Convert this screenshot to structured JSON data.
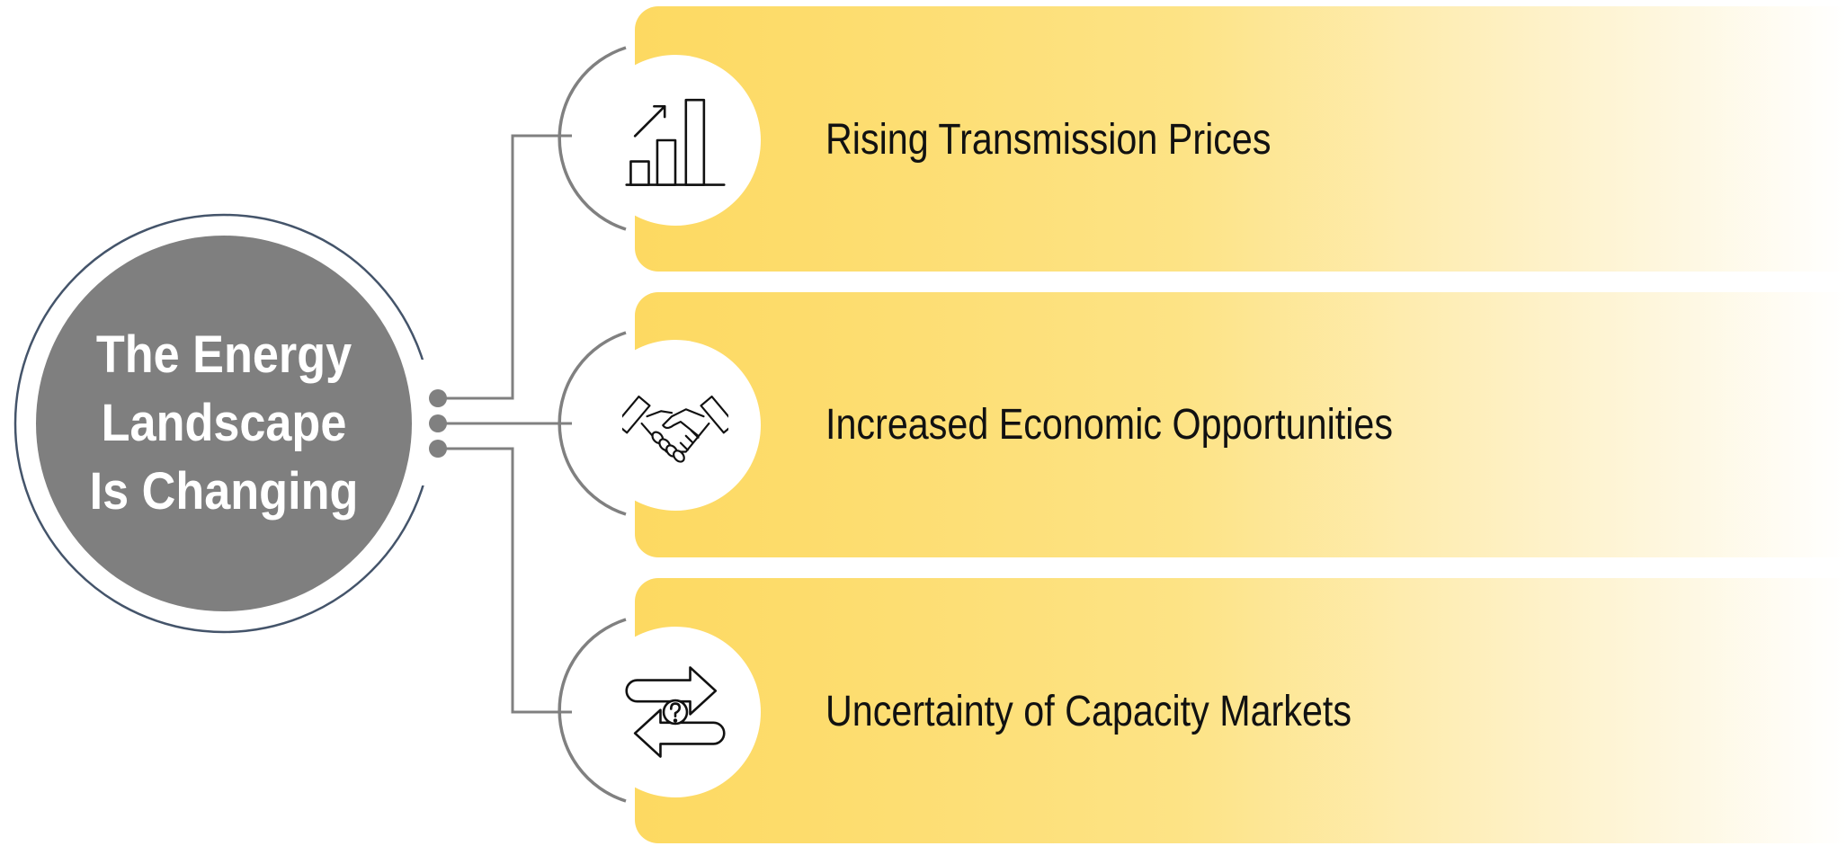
{
  "center": {
    "title": "The Energy Landscape Is Changing"
  },
  "items": [
    {
      "label": "Rising Transmission Prices",
      "icon": "bar-chart-growth-icon"
    },
    {
      "label": "Increased Economic Opportunities",
      "icon": "handshake-icon"
    },
    {
      "label": "Uncertainty of Capacity Markets",
      "icon": "exchange-arrows-question-icon"
    }
  ],
  "colors": {
    "banner_start": "#fdd961",
    "banner_end": "#ffffff",
    "center_fill": "#7f7f7f",
    "outer_ring": "#44546a",
    "connector": "#808080",
    "label_text": "#111111",
    "center_text": "#ffffff"
  }
}
